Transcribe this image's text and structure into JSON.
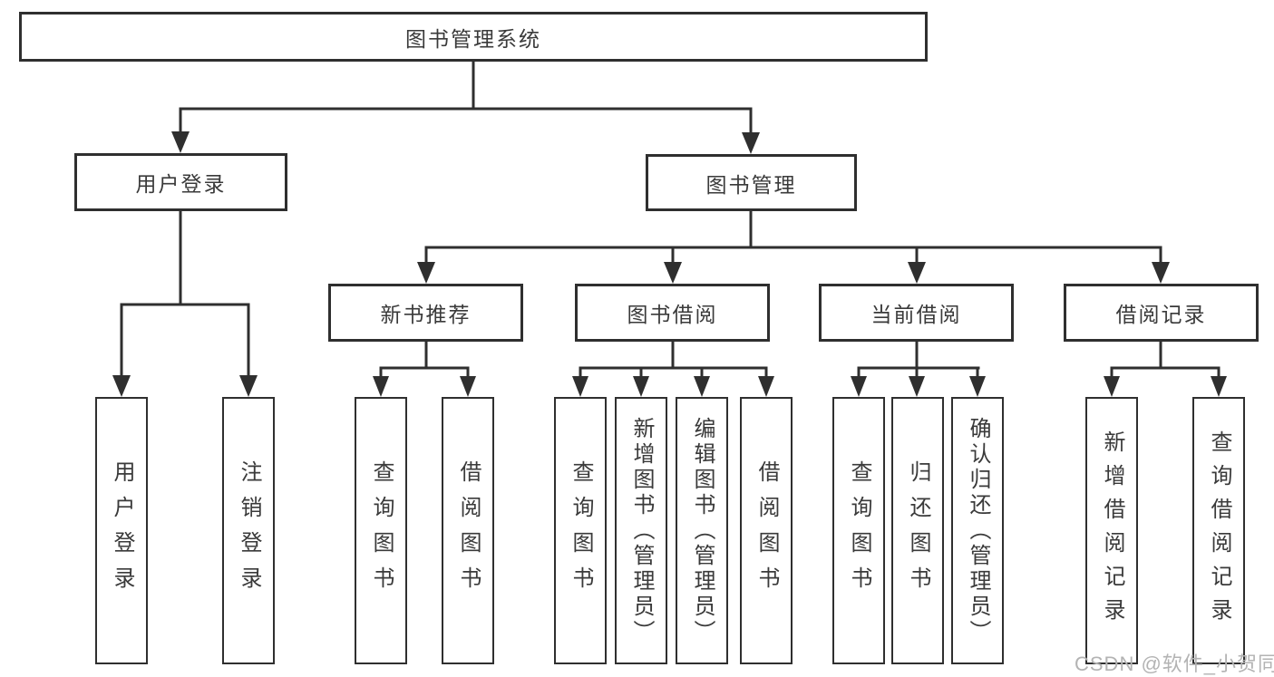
{
  "diagram": {
    "colors": {
      "line": "#2f2f2f",
      "text": "#3a3a3a",
      "background": "#ffffff",
      "watermark": "#b3b3b3"
    },
    "watermark": "CSDN @软件_小贺同学",
    "tree": {
      "label": "图书管理系统",
      "children": [
        {
          "label": "用户登录",
          "children": [
            {
              "label": "用户登录"
            },
            {
              "label": "注销登录"
            }
          ]
        },
        {
          "label": "图书管理",
          "children": [
            {
              "label": "新书推荐",
              "children": [
                {
                  "label": "查询图书"
                },
                {
                  "label": "借阅图书"
                }
              ]
            },
            {
              "label": "图书借阅",
              "children": [
                {
                  "label": "查询图书"
                },
                {
                  "label": "新增图书（管理员）"
                },
                {
                  "label": "编辑图书（管理员）"
                },
                {
                  "label": "借阅图书"
                }
              ]
            },
            {
              "label": "当前借阅",
              "children": [
                {
                  "label": "查询图书"
                },
                {
                  "label": "归还图书"
                },
                {
                  "label": "确认归还（管理员）"
                }
              ]
            },
            {
              "label": "借阅记录",
              "children": [
                {
                  "label": "新增借阅记录"
                },
                {
                  "label": "查询借阅记录"
                }
              ]
            }
          ]
        }
      ]
    }
  }
}
